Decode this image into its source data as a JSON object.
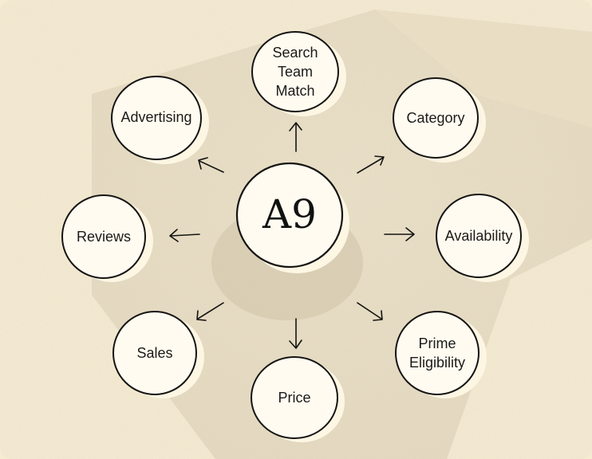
{
  "center": {
    "label": "A9"
  },
  "nodes": [
    {
      "id": "search-team-match",
      "label": "Search\nTeam\nMatch"
    },
    {
      "id": "advertising",
      "label": "Advertising"
    },
    {
      "id": "category",
      "label": "Category"
    },
    {
      "id": "reviews",
      "label": "Reviews"
    },
    {
      "id": "availability",
      "label": "Availability"
    },
    {
      "id": "sales",
      "label": "Sales"
    },
    {
      "id": "price",
      "label": "Price"
    },
    {
      "id": "prime-eligibility",
      "label": "Prime\nEligibility"
    }
  ],
  "colors": {
    "background": "#f7edd4",
    "stone": "#ddd2b8",
    "node_fill": "#fffbf1",
    "node_shadow": "#fdf6e3",
    "stroke": "#151412"
  }
}
